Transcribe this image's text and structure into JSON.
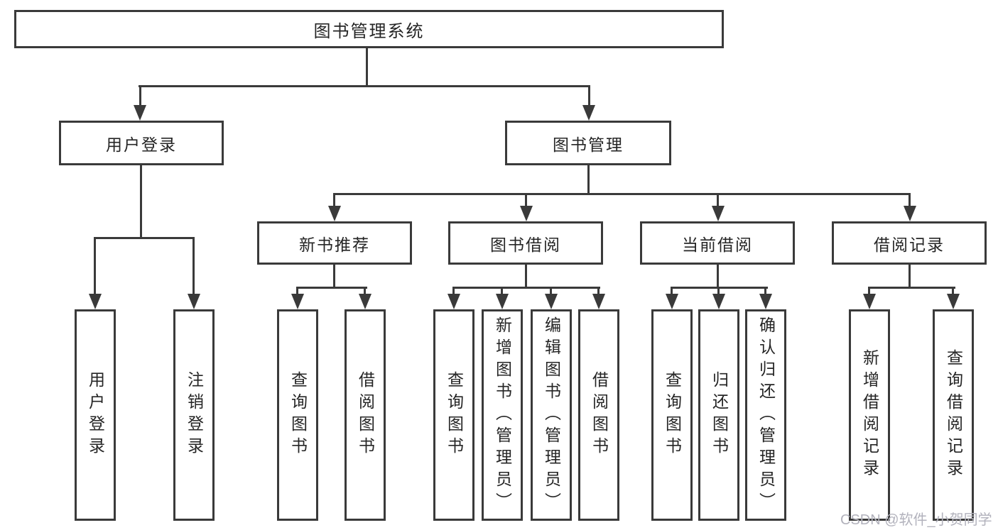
{
  "colors": {
    "line": "#3a3a3a",
    "text": "#252525",
    "watermark": "#b2b2bc",
    "background": "#ffffff"
  },
  "tree": {
    "root": {
      "label": "图书管理系统",
      "children": [
        {
          "label": "用户登录",
          "children": [
            {
              "label": "用户登录"
            },
            {
              "label": "注销登录"
            }
          ]
        },
        {
          "label": "图书管理",
          "children": [
            {
              "label": "新书推荐",
              "children": [
                {
                  "label": "查询图书"
                },
                {
                  "label": "借阅图书"
                }
              ]
            },
            {
              "label": "图书借阅",
              "children": [
                {
                  "label": "查询图书"
                },
                {
                  "label": "新增图书（管理员）"
                },
                {
                  "label": "编辑图书（管理员）"
                },
                {
                  "label": "借阅图书"
                }
              ]
            },
            {
              "label": "当前借阅",
              "children": [
                {
                  "label": "查询图书"
                },
                {
                  "label": "归还图书"
                },
                {
                  "label": "确认归还（管理员）"
                }
              ]
            },
            {
              "label": "借阅记录",
              "children": [
                {
                  "label": "新增借阅记录"
                },
                {
                  "label": "查询借阅记录"
                }
              ]
            }
          ]
        }
      ]
    }
  },
  "watermark": {
    "text": "CSDN @软件_小贺同学"
  }
}
